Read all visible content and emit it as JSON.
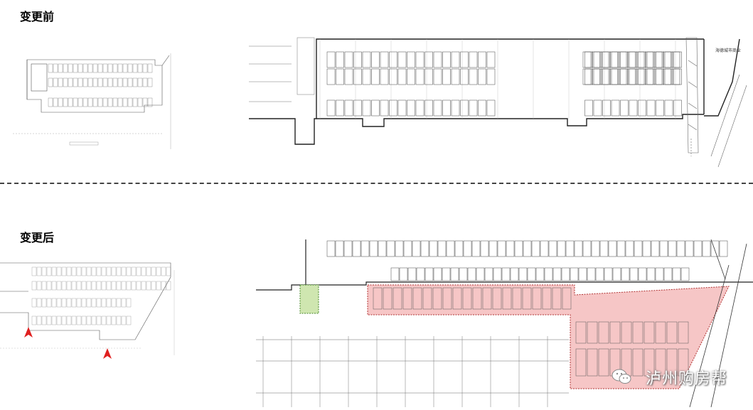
{
  "sections": {
    "before": {
      "title": "变更前",
      "plan_label": "海德城市商业"
    },
    "after": {
      "title": "变更后"
    }
  },
  "watermark": {
    "text": "泸州购房帮",
    "icon": "wechat-icon"
  },
  "colors": {
    "highlight_pink": "#f6c6c6",
    "highlight_green": "#cfe6b0",
    "arrow_red": "#e02020",
    "line": "#333333"
  }
}
